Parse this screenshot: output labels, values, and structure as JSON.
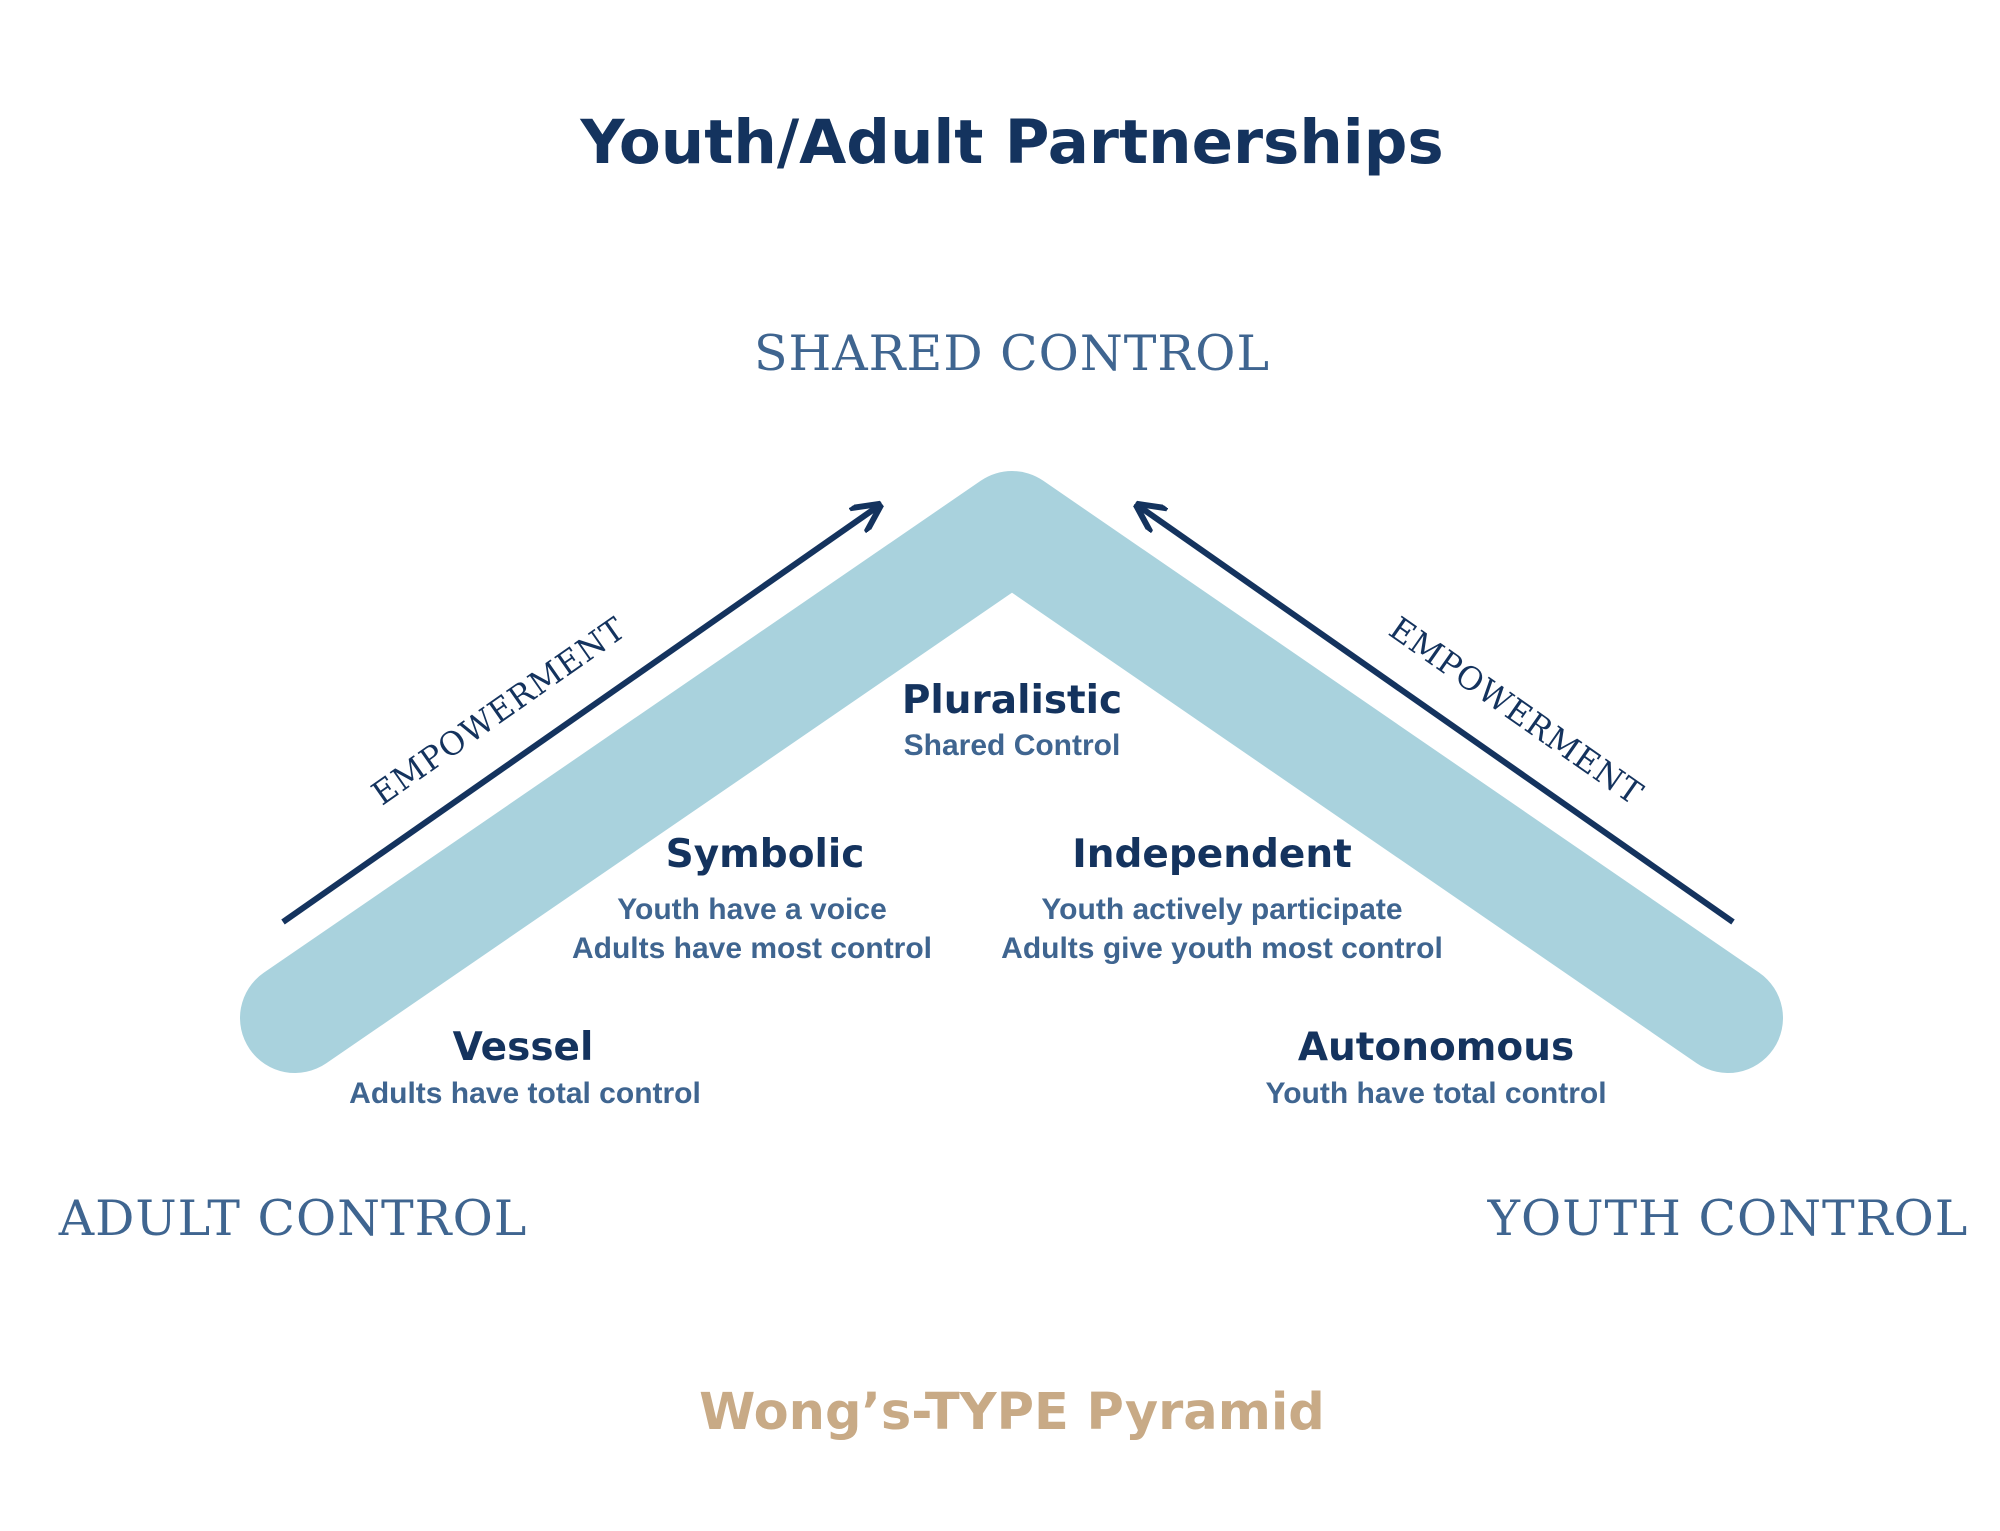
{
  "title": "Youth/Adult Partnerships",
  "subtitle": "Wong’s-TYPE Pyramid",
  "poles": {
    "top": "SHARED CONTROL",
    "left": "ADULT CONTROL",
    "right": "YOUTH CONTROL"
  },
  "arrows": {
    "left_label": "EMPOWERMENT",
    "right_label": "EMPOWERMENT"
  },
  "stages": {
    "pluralistic": {
      "name": "Pluralistic",
      "desc": [
        "Shared Control"
      ]
    },
    "symbolic": {
      "name": "Symbolic",
      "desc": [
        "Youth have a voice",
        "Adults have most control"
      ]
    },
    "independent": {
      "name": "Independent",
      "desc": [
        "Youth actively participate",
        "Adults give youth most control"
      ]
    },
    "vessel": {
      "name": "Vessel",
      "desc": [
        "Adults have total control"
      ]
    },
    "autonomous": {
      "name": "Autonomous",
      "desc": [
        "Youth have total control"
      ]
    }
  },
  "colors": {
    "navy": "#14335e",
    "steel_blue": "#3f6590",
    "light_blue": "#a9d2dd",
    "tan": "#c8aa86"
  }
}
